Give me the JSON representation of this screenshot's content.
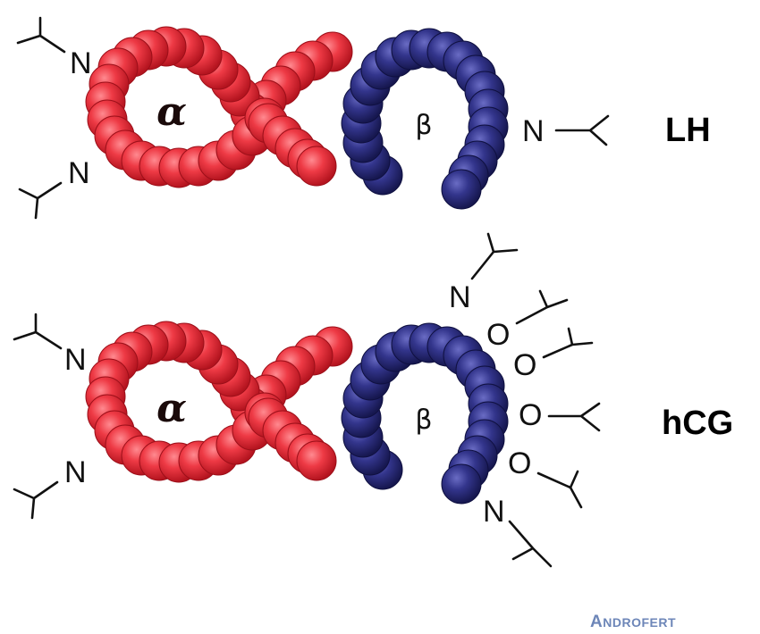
{
  "diagram": {
    "colors": {
      "alpha_subunit": "#e8323f",
      "beta_subunit": "#2e2f7f",
      "glycan_line": "#111111",
      "brand_text": "#6d86b8"
    },
    "top_panel": {
      "hormone_label": "LH",
      "alpha_symbol": "α",
      "beta_symbol": "β",
      "alpha_glycan_labels": [
        "N",
        "N"
      ],
      "beta_glycan_labels": [
        "N"
      ]
    },
    "bottom_panel": {
      "hormone_label": "hCG",
      "alpha_symbol": "α",
      "beta_symbol": "β",
      "alpha_glycan_labels": [
        "N",
        "N"
      ],
      "beta_glycan_labels": [
        "N",
        "O",
        "O",
        "O",
        "O",
        "N"
      ]
    },
    "brand": {
      "first_letter": "A",
      "rest": "NDROFERT"
    }
  }
}
